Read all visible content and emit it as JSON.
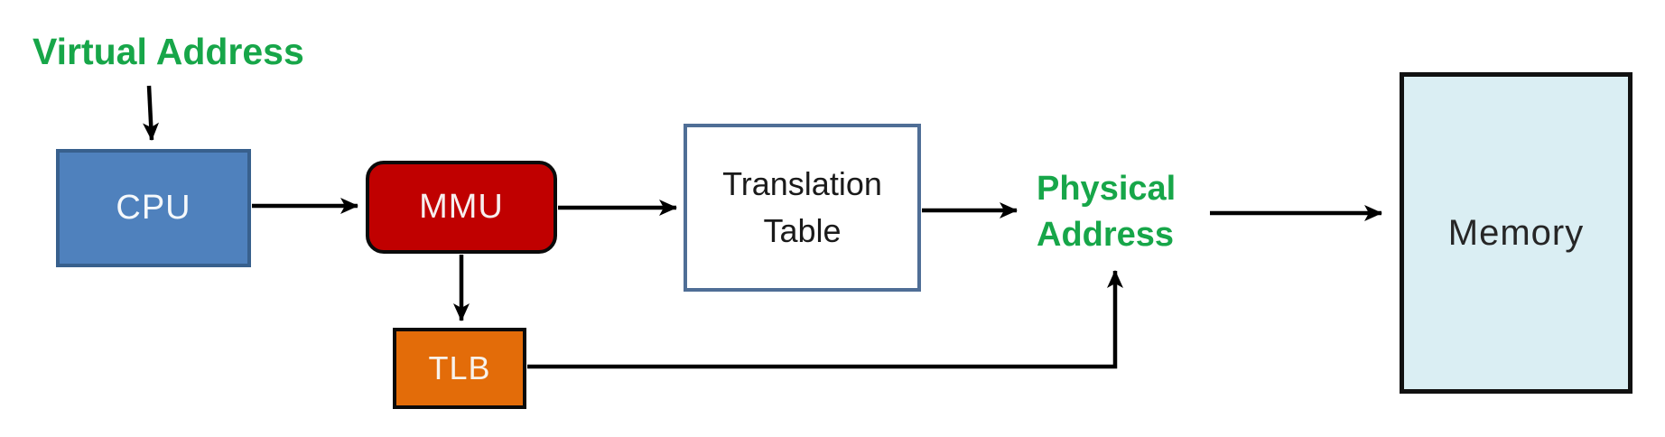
{
  "diagram": {
    "description": "Virtual to physical address translation flow diagram",
    "labels": {
      "virtual_address": "Virtual Address",
      "cpu": "CPU",
      "mmu": "MMU",
      "translation_table_line1": "Translation",
      "translation_table_line2": "Table",
      "physical_address_line1": "Physical",
      "physical_address_line2": "Address",
      "tlb": "TLB",
      "memory": "Memory"
    },
    "colors": {
      "address_label_text": "#17A649",
      "cpu_fill": "#4F81BD",
      "cpu_border": "#38608D",
      "cpu_text": "#F5F8FB",
      "mmu_fill": "#C00000",
      "mmu_border": "#0A0A0A",
      "mmu_text": "#F7EFEF",
      "translation_table_fill": "#FFFFFF",
      "translation_table_border": "#4F6E96",
      "translation_table_text": "#1A1A1A",
      "tlb_fill": "#E36C09",
      "tlb_border": "#0A0A0A",
      "tlb_text": "#F8F2EB",
      "memory_fill": "#DAEEF3",
      "memory_border": "#111111",
      "memory_text": "#262626",
      "arrow": "#000000",
      "background": "#FFFFFF"
    },
    "edges": [
      {
        "from": "virtual-address",
        "to": "cpu"
      },
      {
        "from": "cpu",
        "to": "mmu"
      },
      {
        "from": "mmu",
        "to": "translation-table"
      },
      {
        "from": "translation-table",
        "to": "physical-address"
      },
      {
        "from": "physical-address",
        "to": "memory"
      },
      {
        "from": "mmu",
        "to": "tlb"
      },
      {
        "from": "tlb",
        "to": "physical-address"
      }
    ]
  }
}
